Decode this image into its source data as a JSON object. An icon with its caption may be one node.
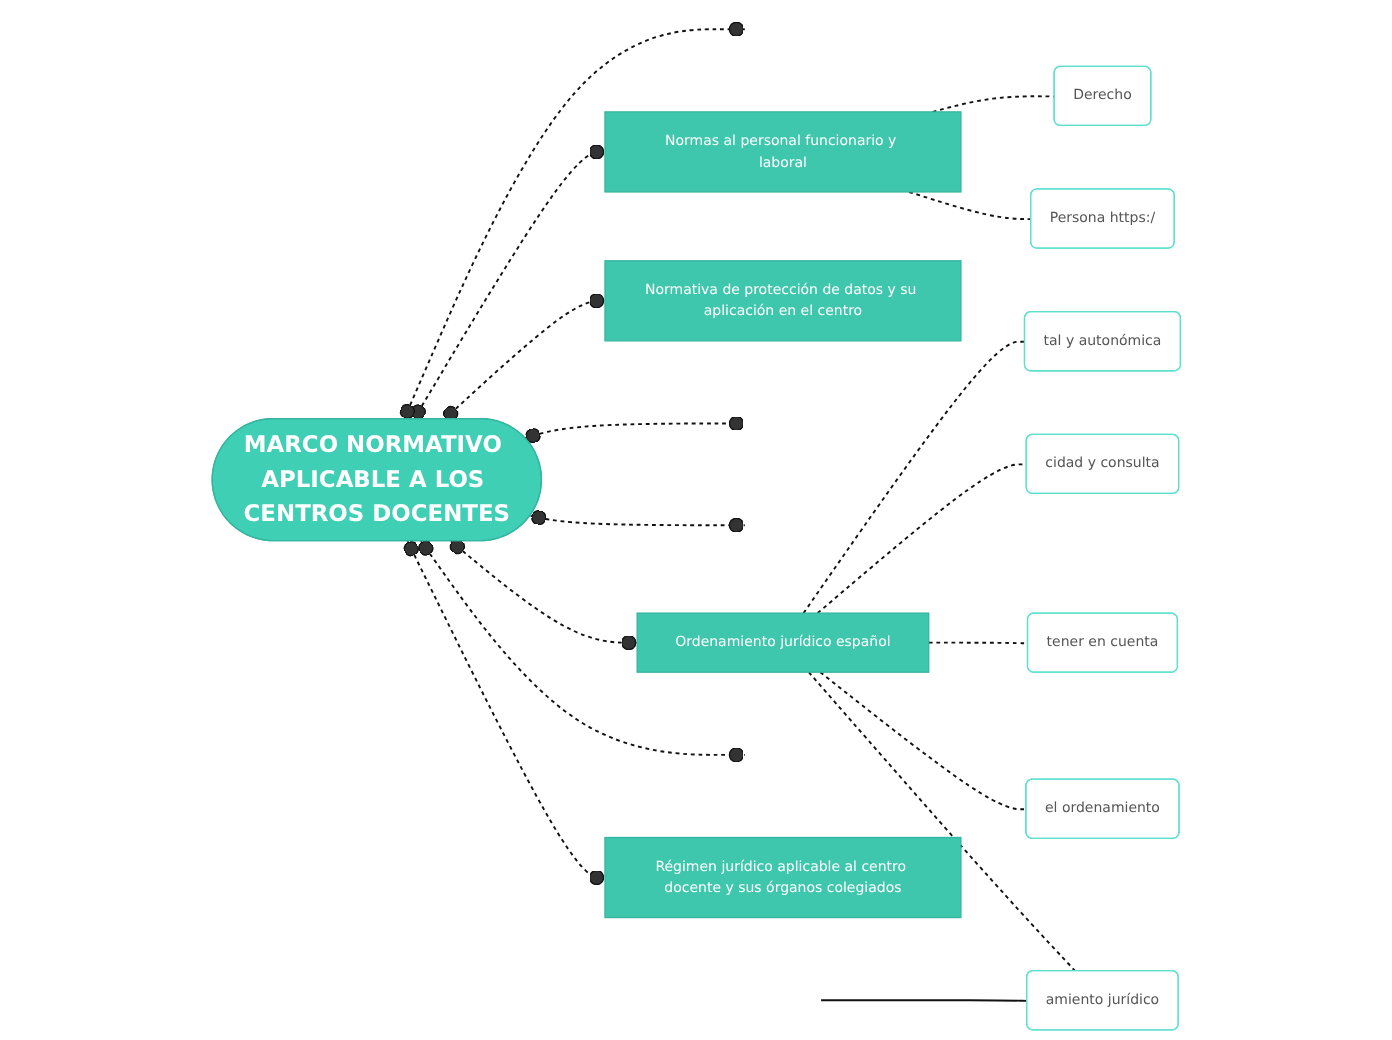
{
  "diagram": {
    "nodes": [
      {
        "text": [
          "MARCO NORMATIVO APLICABLE A LOS CENTROS DOCENTES"
        ]
      },
      {
        "text": [
          "Régimen jurídico aplicable al centro docente y sus órganos colegiados"
        ]
      },
      {
        "text": [
          "Ordenamiento jurídico español"
        ]
      },
      {
        "text": [
          "amiento jurídico"
        ]
      },
      {
        "text": [
          "el ordenamiento"
        ]
      },
      {
        "text": [
          "tener en cuenta"
        ]
      },
      {
        "text": [
          "cidad y consulta"
        ]
      },
      {
        "text": [
          "tal y autonómica"
        ]
      },
      {
        "text": [
          "Normativa de protección de datos y su aplicación en el centro"
        ]
      },
      {
        "text": [
          "Normas al personal funcionario y laboral"
        ]
      },
      {
        "text": [
          "Persona https:/"
        ]
      },
      {
        "text": [
          "Derecho"
        ]
      }
    ],
    "edges": [
      {
        "from": 0,
        "to": 1,
        "arrow": "other",
        "style": "dashed"
      },
      {
        "from": 0,
        "to": null,
        "arrow": "other",
        "style": "dashed"
      },
      {
        "from": 0,
        "to": 2,
        "arrow": "other",
        "style": "dashed"
      },
      {
        "from": 0,
        "to": null,
        "arrow": "other",
        "style": "dashed"
      },
      {
        "from": 0,
        "to": null,
        "arrow": "other",
        "style": "dashed"
      },
      {
        "from": 0,
        "to": 8,
        "arrow": "other",
        "style": "dashed"
      },
      {
        "from": 0,
        "to": 9,
        "arrow": "other",
        "style": "dashed"
      },
      {
        "from": 0,
        "to": null,
        "arrow": "other",
        "style": "dashed"
      },
      {
        "from": 2,
        "to": 3,
        "arrow": "none",
        "style": "dashed"
      },
      {
        "from": 2,
        "to": 4,
        "arrow": "none",
        "style": "dashed"
      },
      {
        "from": 2,
        "to": 5,
        "arrow": "none",
        "style": "dashed"
      },
      {
        "from": 2,
        "to": 6,
        "arrow": "none",
        "style": "dashed"
      },
      {
        "from": 2,
        "to": 7,
        "arrow": "none",
        "style": "dashed"
      },
      {
        "from": null,
        "to": 3,
        "arrow": "none"
      },
      {
        "from": 9,
        "to": 10,
        "arrow": "none",
        "style": "dashed"
      },
      {
        "from": 9,
        "to": 11,
        "arrow": "none",
        "style": "dashed"
      }
    ]
  }
}
